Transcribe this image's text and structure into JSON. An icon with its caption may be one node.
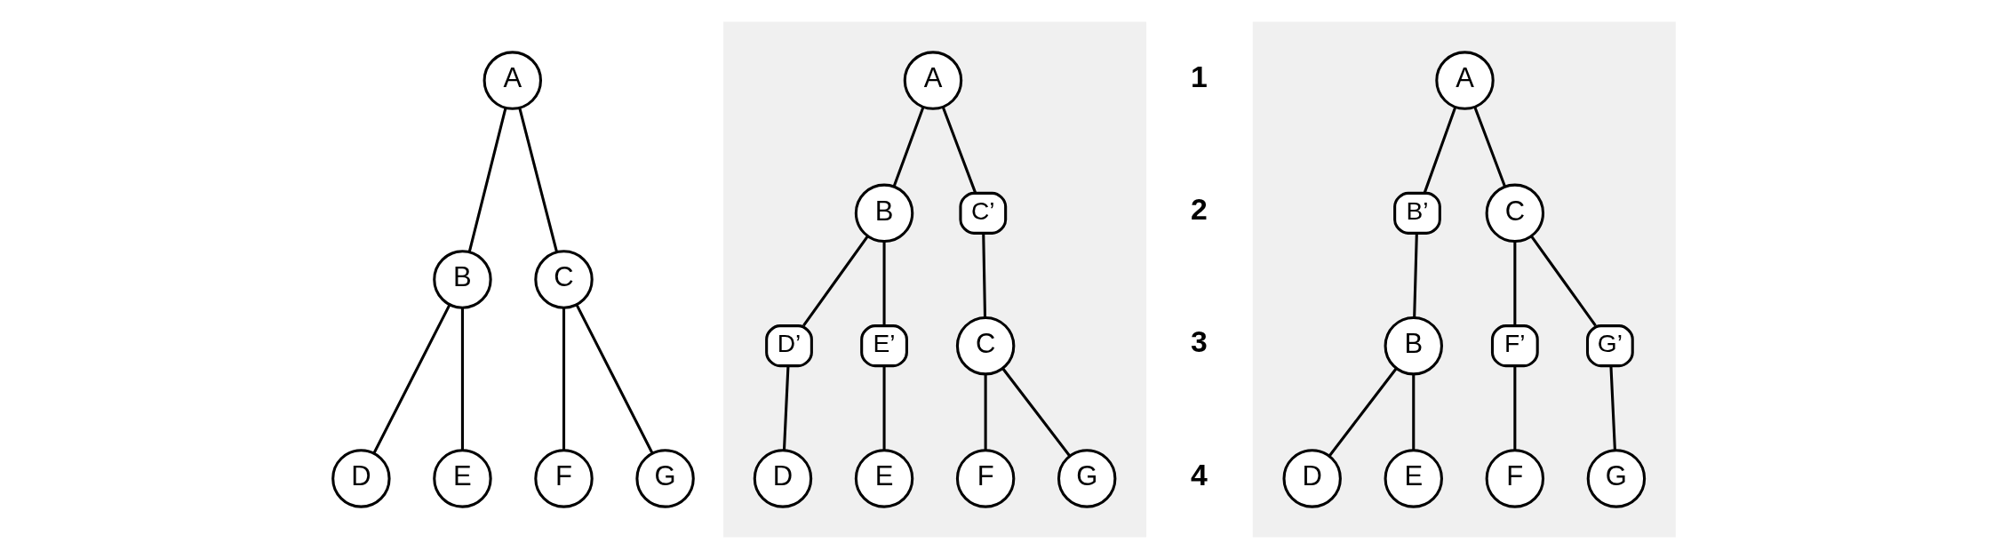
{
  "diagram": {
    "nodes": [
      {
        "text": [
          "A"
        ]
      },
      {
        "text": [
          "B"
        ]
      },
      {
        "text": [
          "C"
        ]
      },
      {
        "text": [
          "D"
        ]
      },
      {
        "text": [
          "E"
        ]
      },
      {
        "text": [
          "F"
        ]
      },
      {
        "text": [
          "G"
        ]
      },
      {
        "text": [],
        "shape": "box"
      },
      {
        "text": [
          "A"
        ],
        "in": 7
      },
      {
        "text": [
          "B"
        ],
        "in": 7
      },
      {
        "text": [
          "C’"
        ],
        "in": 7
      },
      {
        "text": [
          "D’"
        ],
        "in": 7
      },
      {
        "text": [
          "E’"
        ],
        "in": 7
      },
      {
        "text": [
          "C"
        ],
        "in": 7
      },
      {
        "text": [
          "D"
        ],
        "in": 7
      },
      {
        "text": [
          "E"
        ],
        "in": 7
      },
      {
        "text": [
          "F"
        ],
        "in": 7
      },
      {
        "text": [
          "G"
        ],
        "in": 7
      },
      {
        "text": [],
        "shape": "box"
      },
      {
        "text": [
          "A"
        ],
        "in": 18
      },
      {
        "text": [
          "B’"
        ],
        "in": 18
      },
      {
        "text": [
          "C"
        ],
        "in": 18
      },
      {
        "text": [
          "B"
        ],
        "in": 18
      },
      {
        "text": [
          "F’"
        ],
        "in": 18
      },
      {
        "text": [
          "G’"
        ],
        "in": 18
      },
      {
        "text": [
          "D"
        ],
        "in": 18
      },
      {
        "text": [
          "E"
        ],
        "in": 18
      },
      {
        "text": [
          "F"
        ],
        "in": 18
      },
      {
        "text": [
          "G"
        ],
        "in": 18
      }
    ],
    "edges": [
      {
        "from": 0,
        "to": 1,
        "arrow": "none"
      },
      {
        "from": 0,
        "to": 2,
        "arrow": "none"
      },
      {
        "from": 1,
        "to": 3,
        "arrow": "none"
      },
      {
        "from": 1,
        "to": 4,
        "arrow": "none"
      },
      {
        "from": 2,
        "to": 5,
        "arrow": "none"
      },
      {
        "from": 2,
        "to": 6,
        "arrow": "none"
      },
      {
        "from": 8,
        "to": 9,
        "arrow": "none"
      },
      {
        "from": 8,
        "to": 10,
        "arrow": "none"
      },
      {
        "from": 9,
        "to": 11,
        "arrow": "none"
      },
      {
        "from": 9,
        "to": 12,
        "arrow": "none"
      },
      {
        "from": 10,
        "to": 13,
        "arrow": "none"
      },
      {
        "from": 11,
        "to": 14,
        "arrow": "none"
      },
      {
        "from": 12,
        "to": 15,
        "arrow": "none"
      },
      {
        "from": 13,
        "to": 16,
        "arrow": "none"
      },
      {
        "from": 13,
        "to": 17,
        "arrow": "none"
      },
      {
        "from": 19,
        "to": 20,
        "arrow": "none"
      },
      {
        "from": 19,
        "to": 21,
        "arrow": "none"
      },
      {
        "from": 20,
        "to": 22,
        "arrow": "none"
      },
      {
        "from": 21,
        "to": 23,
        "arrow": "none"
      },
      {
        "from": 21,
        "to": 24,
        "arrow": "none"
      },
      {
        "from": 22,
        "to": 25,
        "arrow": "none"
      },
      {
        "from": 22,
        "to": 26,
        "arrow": "none"
      },
      {
        "from": 23,
        "to": 27,
        "arrow": "none"
      },
      {
        "from": 24,
        "to": 28,
        "arrow": "none"
      }
    ],
    "labels": [
      "1",
      "2",
      "3",
      "4"
    ]
  }
}
